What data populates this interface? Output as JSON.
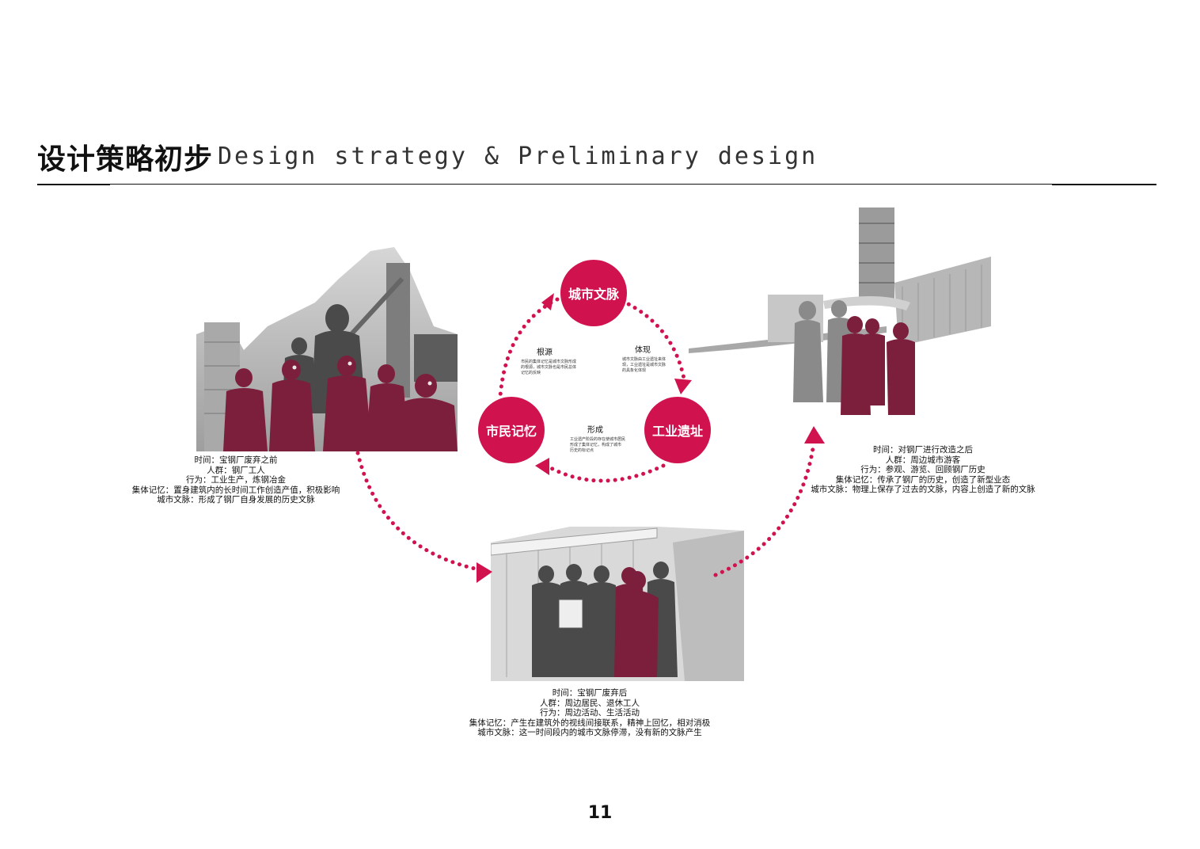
{
  "header": {
    "title_cn": "设计策略初步",
    "title_en": "Design strategy & Preliminary design"
  },
  "colors": {
    "accent": "#d0134f",
    "photo_gray": "#9a9a9a",
    "photo_dark": "#4a4a4a",
    "photo_tint": "#7c1f3c"
  },
  "cycle": {
    "nodes": {
      "top": "城市文脉",
      "left": "市民记忆",
      "right": "工业遗址"
    },
    "links": {
      "left": {
        "title": "根源",
        "desc": [
          "市民的集体记忆是城市文脉形成",
          "的根源，城市文脉也是市民总体",
          "记忆的反映"
        ]
      },
      "right": {
        "title": "体现",
        "desc": [
          "城市文脉由工业遗址来体",
          "现，工业遗址是城市文脉",
          "的具象化体现"
        ]
      },
      "bottom": {
        "title": "形成",
        "desc": [
          "工业遗产阶段的存在使城市居民",
          "形成了集体记忆，构成了城市",
          "历史的标记点"
        ]
      }
    }
  },
  "stages": {
    "before": [
      "时间：宝钢厂废弃之前",
      "人群：钢厂工人",
      "行为：工业生产，炼钢冶金",
      "集体记忆：置身建筑内的长时间工作创造产值，积极影响",
      "城市文脉：形成了钢厂自身发展的历史文脉"
    ],
    "abandoned": [
      "时间：宝钢厂废弃后",
      "人群：周边居民、退休工人",
      "行为：周边活动、生活活动",
      "集体记忆：产生在建筑外的视线间接联系，精神上回忆，相对消极",
      "城市文脉：这一时间段内的城市文脉停滞，没有新的文脉产生"
    ],
    "after": [
      "时间：对钢厂进行改造之后",
      "人群：周边城市游客",
      "行为：参观、游览、回顾钢厂历史",
      "集体记忆：传承了钢厂的历史，创造了新型业态",
      "城市文脉：物理上保存了过去的文脉，内容上创造了新的文脉"
    ]
  },
  "page_number": "11"
}
